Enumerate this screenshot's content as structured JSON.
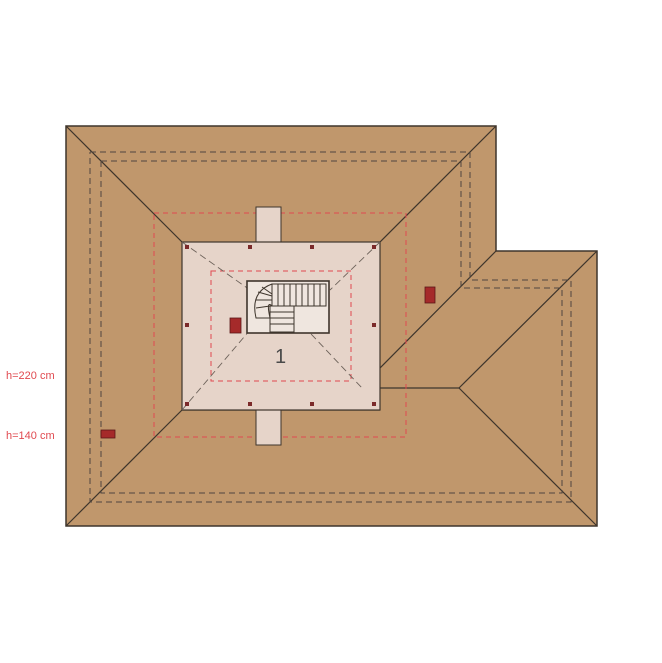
{
  "labels": {
    "height_high": "h=220 cm",
    "height_low": "h=140 cm",
    "room_number": "1"
  },
  "colors": {
    "roof": "#c0976c",
    "roof_stroke": "#3e352c",
    "attic_floor": "#e6d4c9",
    "dashed_outline": "#4f4640",
    "height_line": "#e0494f",
    "chimney": "#a52a2a",
    "post": "#7b2a2a",
    "label_text": "#e0494f"
  },
  "icons": {
    "stairs": "staircase-icon",
    "chimney": "chimney-icon"
  }
}
